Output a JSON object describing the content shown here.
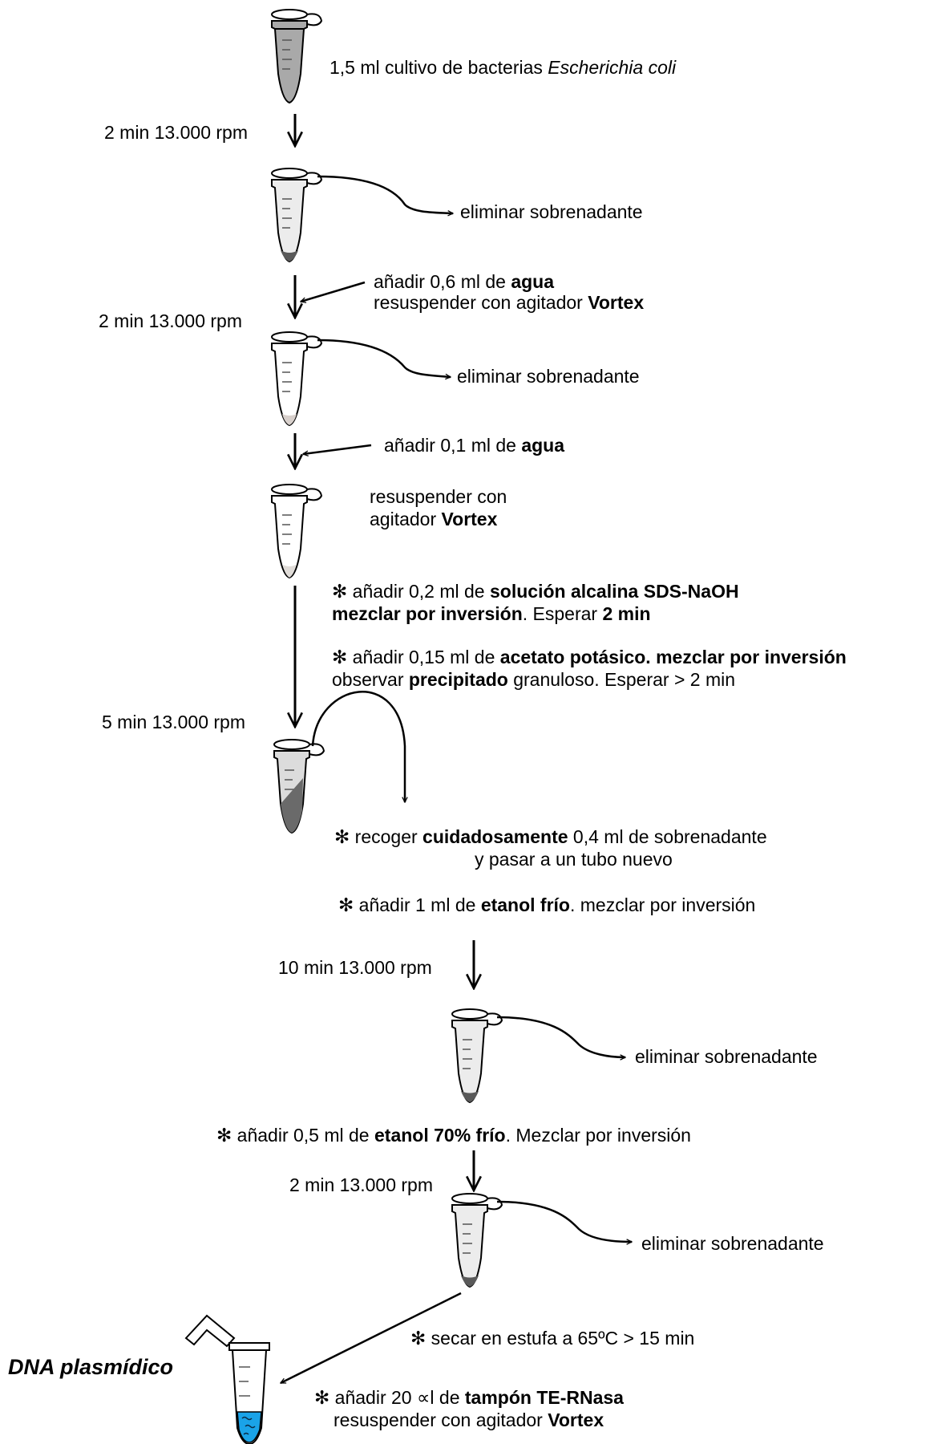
{
  "protocol": {
    "step1": {
      "pre": "1,5 ml cultivo de bacterias ",
      "organism": "Escherichia coli"
    },
    "centrifuge1": "2 min 13.000 rpm",
    "discard1": "eliminar sobrenadante",
    "add_water1": {
      "pre": "añadir 0,6 ml de ",
      "reagent": "agua"
    },
    "resuspend1": {
      "pre": "resuspender con agitador ",
      "device": "Vortex"
    },
    "centrifuge2": "2 min 13.000 rpm",
    "discard2": "eliminar sobrenadante",
    "add_water2": {
      "pre": "añadir 0,1 ml de ",
      "reagent": "agua"
    },
    "resuspend2": {
      "line1": "resuspender con",
      "pre": "agitador ",
      "device": "Vortex"
    },
    "add_sds": {
      "marker": "✻",
      "pre": " añadir 0,2 ml de ",
      "reagent": "solución alcalina SDS-NaOH",
      "mix": "mezclar por inversión",
      "wait_pre": ". Esperar ",
      "wait": "2 min"
    },
    "add_acetate": {
      "marker": "✻",
      "pre": " añadir 0,15 ml de ",
      "reagent": "acetato potásico. mezclar por inversión",
      "observe_pre": "observar ",
      "precipitate": "precipitado",
      "observe_post": " granuloso. Esperar > 2 min"
    },
    "centrifuge3": "5 min 13.000 rpm",
    "collect": {
      "marker": "✻",
      "pre": " recoger ",
      "emph": "cuidadosamente",
      "post": " 0,4 ml de sobrenadante",
      "line2": "y pasar a un tubo nuevo"
    },
    "add_ethanol": {
      "marker": "✻",
      "pre": " añadir 1 ml de ",
      "reagent": "etanol frío",
      "post": ". mezclar por inversión"
    },
    "centrifuge4": "10 min 13.000 rpm",
    "discard3": "eliminar sobrenadante",
    "add_ethanol70": {
      "marker": "✻",
      "pre": " añadir 0,5 ml de ",
      "reagent": "etanol 70% frío",
      "post": ". Mezclar por inversión"
    },
    "centrifuge5": "2 min 13.000 rpm",
    "discard4": "eliminar sobrenadante",
    "dry": {
      "marker": "✻",
      "text": " secar en estufa a 65ºC > 15 min"
    },
    "final_label": "DNA plasmídico",
    "add_te": {
      "marker": "✻",
      "pre": " añadir 20 ∝l de ",
      "reagent": "tampón TE-RNasa",
      "resuspend_pre": "resuspender con agitador ",
      "device": "Vortex"
    }
  },
  "colors": {
    "culture_fill": "#a9a9a9",
    "pellet": "#5a5a5a",
    "light_fill": "#ececec",
    "dna_blue": "#1aa3e8"
  }
}
